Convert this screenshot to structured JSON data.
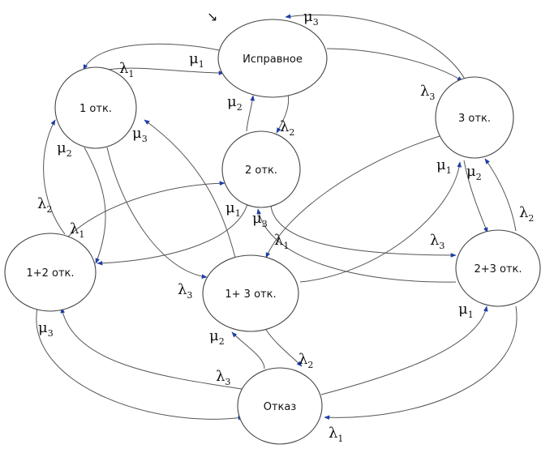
{
  "states": {
    "ok": "Исправное",
    "f1": "1 отк.",
    "f2": "2 отк.",
    "f3": "3 отк.",
    "f12": "1+2 отк.",
    "f13": "1+ 3 отк.",
    "f23": "2+3 отк.",
    "fail": "Отказ"
  },
  "rates": {
    "lambda": "λ",
    "mu": "μ",
    "idx1": "1",
    "idx2": "2",
    "idx3": "3"
  },
  "marker": "↘",
  "colors": {
    "edge": "#555555",
    "arrow": "#1f3fa8",
    "node_stroke": "#444444"
  }
}
